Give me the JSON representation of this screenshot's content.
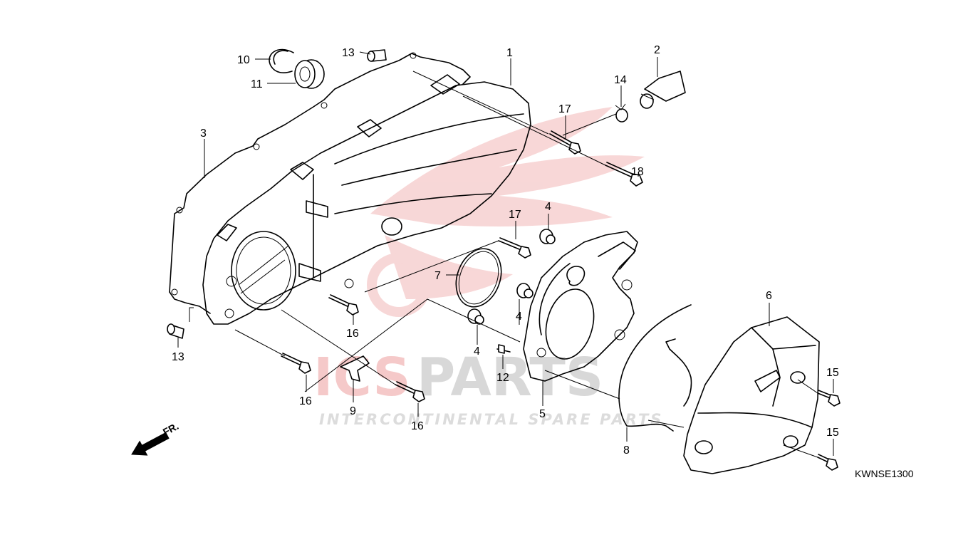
{
  "diagram": {
    "code": "KWNSE1300",
    "direction_label": "FR.",
    "watermark": {
      "brand_left": "ICS",
      "brand_right": "PARTS",
      "tagline": "INTERCONTINENTAL SPARE PARTS"
    },
    "callouts": [
      {
        "id": "c1",
        "text": "1"
      },
      {
        "id": "c2",
        "text": "2"
      },
      {
        "id": "c3",
        "text": "3"
      },
      {
        "id": "c4a",
        "text": "4"
      },
      {
        "id": "c4b",
        "text": "4"
      },
      {
        "id": "c4c",
        "text": "4"
      },
      {
        "id": "c5",
        "text": "5"
      },
      {
        "id": "c6",
        "text": "6"
      },
      {
        "id": "c7",
        "text": "7"
      },
      {
        "id": "c8",
        "text": "8"
      },
      {
        "id": "c9",
        "text": "9"
      },
      {
        "id": "c10",
        "text": "10"
      },
      {
        "id": "c11",
        "text": "11"
      },
      {
        "id": "c12",
        "text": "12"
      },
      {
        "id": "c13a",
        "text": "13"
      },
      {
        "id": "c13b",
        "text": "13"
      },
      {
        "id": "c14",
        "text": "14"
      },
      {
        "id": "c15a",
        "text": "15"
      },
      {
        "id": "c15b",
        "text": "15"
      },
      {
        "id": "c16a",
        "text": "16"
      },
      {
        "id": "c16b",
        "text": "16"
      },
      {
        "id": "c16c",
        "text": "16"
      },
      {
        "id": "c17a",
        "text": "17"
      },
      {
        "id": "c17b",
        "text": "17"
      },
      {
        "id": "c18",
        "text": "18"
      }
    ]
  }
}
